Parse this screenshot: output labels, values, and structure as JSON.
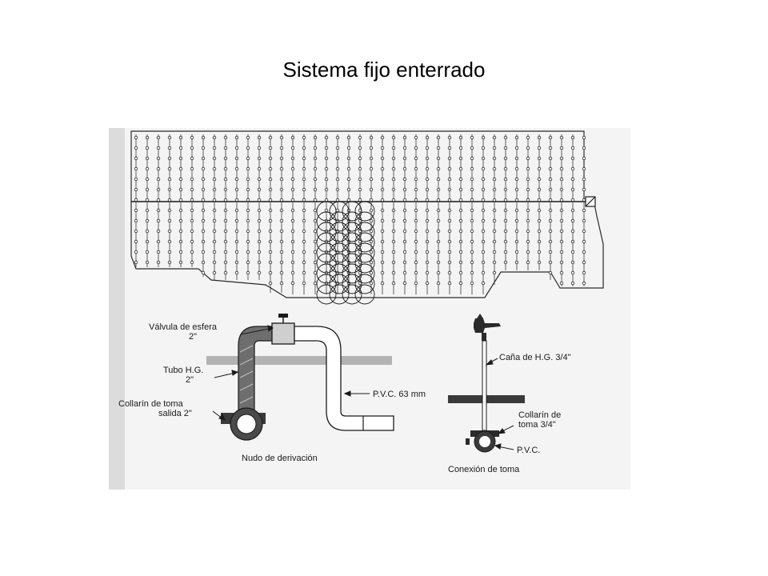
{
  "title": "Sistema fijo enterrado",
  "figure": {
    "background": "#f4f4f4",
    "line_color": "#2a2a2a",
    "soil_color": "#b3b3b3",
    "pipe_dark": "#3a3a3a",
    "pipe_hatch": "#7a7a7a",
    "left_detail": {
      "caption": "Nudo de derivación",
      "labels": {
        "valve_line1": "Válvula de esfera",
        "valve_line2": "2\"",
        "tube_line1": "Tubo H.G.",
        "tube_line2": "2\"",
        "collar_line1": "Collarín de toma",
        "collar_line2": "salida 2\"",
        "pvc": "P.V.C. 63 mm"
      }
    },
    "right_detail": {
      "caption": "Conexión de toma",
      "labels": {
        "cane": "Caña de H.G. 3/4\"",
        "collar_line1": "Collarín de",
        "collar_line2": "toma 3/4\"",
        "pvc": "P.V.C."
      }
    }
  }
}
